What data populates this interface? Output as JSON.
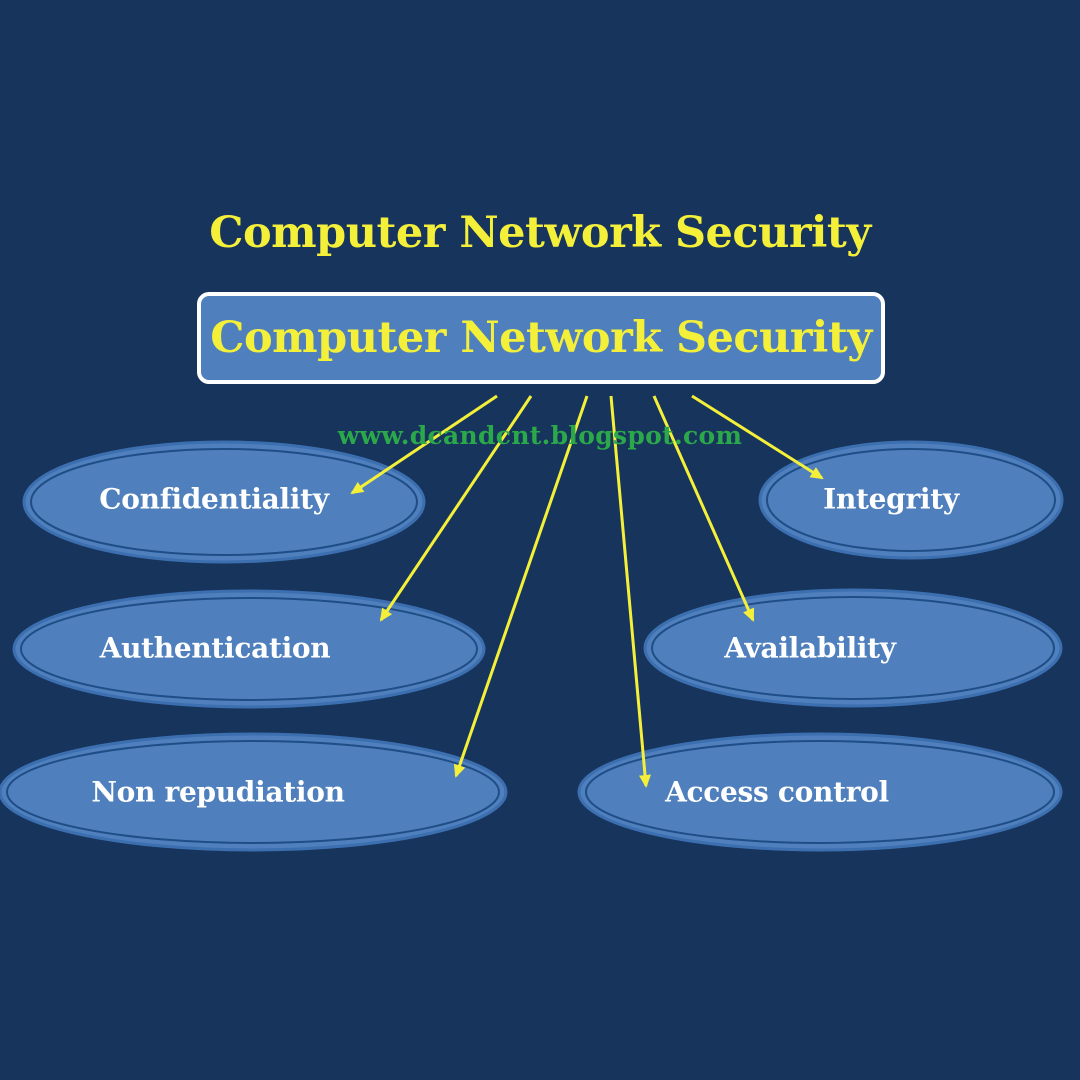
{
  "title": "Computer Network Security",
  "root": {
    "label": "Computer Network Security"
  },
  "watermark": "www.dcandcnt.blogspot.com",
  "nodes": [
    {
      "label": "Confidentiality"
    },
    {
      "label": "Authentication"
    },
    {
      "label": "Non repudiation"
    },
    {
      "label": "Integrity"
    },
    {
      "label": "Availability"
    },
    {
      "label": "Access control"
    }
  ],
  "colors": {
    "background": "#17345c",
    "title_text": "#f4f03a",
    "box_fill": "#4f80bd",
    "box_border": "#ffffff",
    "ellipse_fill": "#4f80bd",
    "ellipse_border": "#3c6fb0",
    "arrow": "#f4f03a",
    "watermark": "#2aa84a",
    "node_text": "#ffffff"
  }
}
